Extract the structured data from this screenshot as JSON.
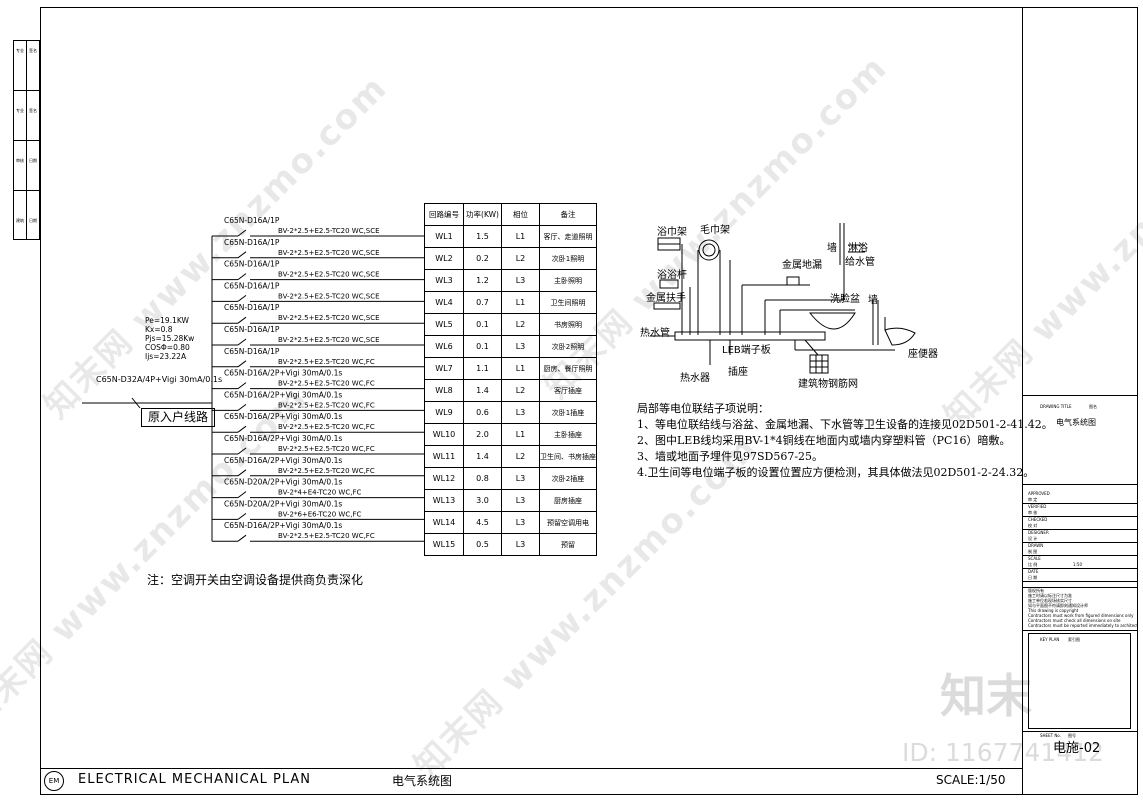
{
  "side_stamps": [
    "专业",
    "签名",
    "专业",
    "签名",
    "审核",
    "日期",
    "建筑",
    "日期"
  ],
  "breaker_labels": [
    "C65N-D16A/1P",
    "C65N-D16A/1P",
    "C65N-D16A/1P",
    "C65N-D16A/1P",
    "C65N-D16A/1P",
    "C65N-D16A/1P",
    "C65N-D16A/1P",
    "C65N-D16A/2P+Vigi 30mA/0.1s",
    "C65N-D16A/2P+Vigi 30mA/0.1s",
    "C65N-D16A/2P+Vigi 30mA/0.1s",
    "C65N-D16A/2P+Vigi 30mA/0.1s",
    "C65N-D16A/2P+Vigi 30mA/0.1s",
    "C65N-D20A/2P+Vigi 30mA/0.1s",
    "C65N-D20A/2P+Vigi 30mA/0.1s",
    "C65N-D16A/2P+Vigi 30mA/0.1s"
  ],
  "cable_labels": [
    "BV-2*2.5+E2.5-TC20 WC,SCE",
    "BV-2*2.5+E2.5-TC20 WC,SCE",
    "BV-2*2.5+E2.5-TC20 WC,SCE",
    "BV-2*2.5+E2.5-TC20 WC,SCE",
    "BV-2*2.5+E2.5-TC20 WC,SCE",
    "BV-2*2.5+E2.5-TC20 WC,SCE",
    "BV-2*2.5+E2.5-TC20 WC,FC",
    "BV-2*2.5+E2.5-TC20 WC,FC",
    "BV-2*2.5+E2.5-TC20 WC,FC",
    "BV-2*2.5+E2.5-TC20 WC,FC",
    "BV-2*2.5+E2.5-TC20 WC,FC",
    "BV-2*2.5+E2.5-TC20 WC,FC",
    "BV-2*4+E4-TC20 WC,FC",
    "BV-2*6+E6-TC20 WC,FC",
    "BV-2*2.5+E2.5-TC20 WC,FC"
  ],
  "main_params": {
    "pe": "Pe=19.1KW",
    "kx": "Kx=0.8",
    "pjs": "Pjs=15.28Kw",
    "cos": "COSΦ=0.80",
    "ijs": "Ijs=23.22A"
  },
  "main_breaker": "C65N-D32A/4P+Vigi 30mA/0.1s",
  "incoming_label": "原入户线路",
  "note_ac": "注：空调开关由空调设备提供商负责深化",
  "circuit_table": {
    "headers": [
      "回路编号",
      "功率(KW)",
      "相位",
      "备注"
    ],
    "rows": [
      [
        "WL1",
        "1.5",
        "L1",
        "客厅、走道照明"
      ],
      [
        "WL2",
        "0.2",
        "L2",
        "次卧1照明"
      ],
      [
        "WL3",
        "1.2",
        "L3",
        "主卧照明"
      ],
      [
        "WL4",
        "0.7",
        "L1",
        "卫生间照明"
      ],
      [
        "WL5",
        "0.1",
        "L2",
        "书房照明"
      ],
      [
        "WL6",
        "0.1",
        "L3",
        "次卧2照明"
      ],
      [
        "WL7",
        "1.1",
        "L1",
        "厨房、餐厅照明"
      ],
      [
        "WL8",
        "1.4",
        "L2",
        "客厅插座"
      ],
      [
        "WL9",
        "0.6",
        "L3",
        "次卧1插座"
      ],
      [
        "WL10",
        "2.0",
        "L1",
        "主卧插座"
      ],
      [
        "WL11",
        "1.4",
        "L2",
        "卫生间、书房插座"
      ],
      [
        "WL12",
        "0.8",
        "L3",
        "次卧2插座"
      ],
      [
        "WL13",
        "3.0",
        "L3",
        "厨房插座"
      ],
      [
        "WL14",
        "4.5",
        "L3",
        "预留空调用电"
      ],
      [
        "WL15",
        "0.5",
        "L3",
        "预留"
      ]
    ]
  },
  "leb_labels": {
    "towel_rack1": "浴巾架",
    "towel_rack2": "毛巾架",
    "bath_rod": "浴浴杆",
    "handrail": "金属扶手",
    "floor_drain": "金属地漏",
    "wall": "墙",
    "shower_pipe": "淋浴\n给水管",
    "basin": "洗脸盆",
    "hot_pipe": "热水管",
    "leb_board": "LEB端子板",
    "socket": "插座",
    "heater": "热水器",
    "rebar": "建筑物钢筋网",
    "toilet": "座便器",
    "wall2": "墙"
  },
  "notes": {
    "title": "局部等电位联结子项说明：",
    "items": [
      "1、等电位联结线与浴盆、金属地漏、下水管等卫生设备的连接见02D501-2-41.42。",
      "2、图中LEB线均采用BV-1*4铜线在地面内或墙内穿塑料管（PC16）暗敷。",
      "3、墙或地面予埋件见97SD567-25。",
      "4.卫生间等电位端子板的设置位置应方便检测，其具体做法见02D501-2-24.32。"
    ]
  },
  "title_block": {
    "drawing_title_label": "DRAWING TITLE",
    "drawing_title_cn": "图名",
    "drawing_title": "电气系统图",
    "fields": [
      {
        "en": "APPROVED",
        "cn": "审 定"
      },
      {
        "en": "VERIFIED",
        "cn": "审 核"
      },
      {
        "en": "CHECKED",
        "cn": "校 对"
      },
      {
        "en": "DESIGNER",
        "cn": "设 计"
      },
      {
        "en": "DRAWN",
        "cn": "制 图"
      },
      {
        "en": "SCALE",
        "cn": "比 例",
        "value": "1:50"
      },
      {
        "en": "DATE",
        "cn": "日 期"
      }
    ],
    "copyright": [
      "版权所有",
      "施工时请以标注尺寸为准",
      "施工单位若现场核实尺寸",
      "如与平面图不符请即刻通知设计师",
      "This drawing is copyright",
      "Contractors must work from figured dimensions only",
      "Contractors must check all dimensions on site",
      "Contractors must be reported immediately to architect"
    ],
    "key_plan": "KEY PLAN",
    "key_plan_cn": "索引图",
    "sheet_no_label": "SHEET No.",
    "sheet_no_cn": "图号",
    "sheet_no": "电施-02"
  },
  "footer": {
    "badge": "EM",
    "title": "ELECTRICAL MECHANICAL PLAN",
    "title_cn": "电气系统图",
    "scale": "SCALE:1/50"
  },
  "watermarks": [
    "知末网 www.znzmo.com",
    "知末网 www.znzmo.com",
    "知末网 www.znzmo.com",
    "知末网 www.znzmo.com",
    "知末网 www.znzmo.com",
    "知末网 www.znzmo.com"
  ],
  "logo_text": "知末",
  "id_text": "ID: 1167741412"
}
